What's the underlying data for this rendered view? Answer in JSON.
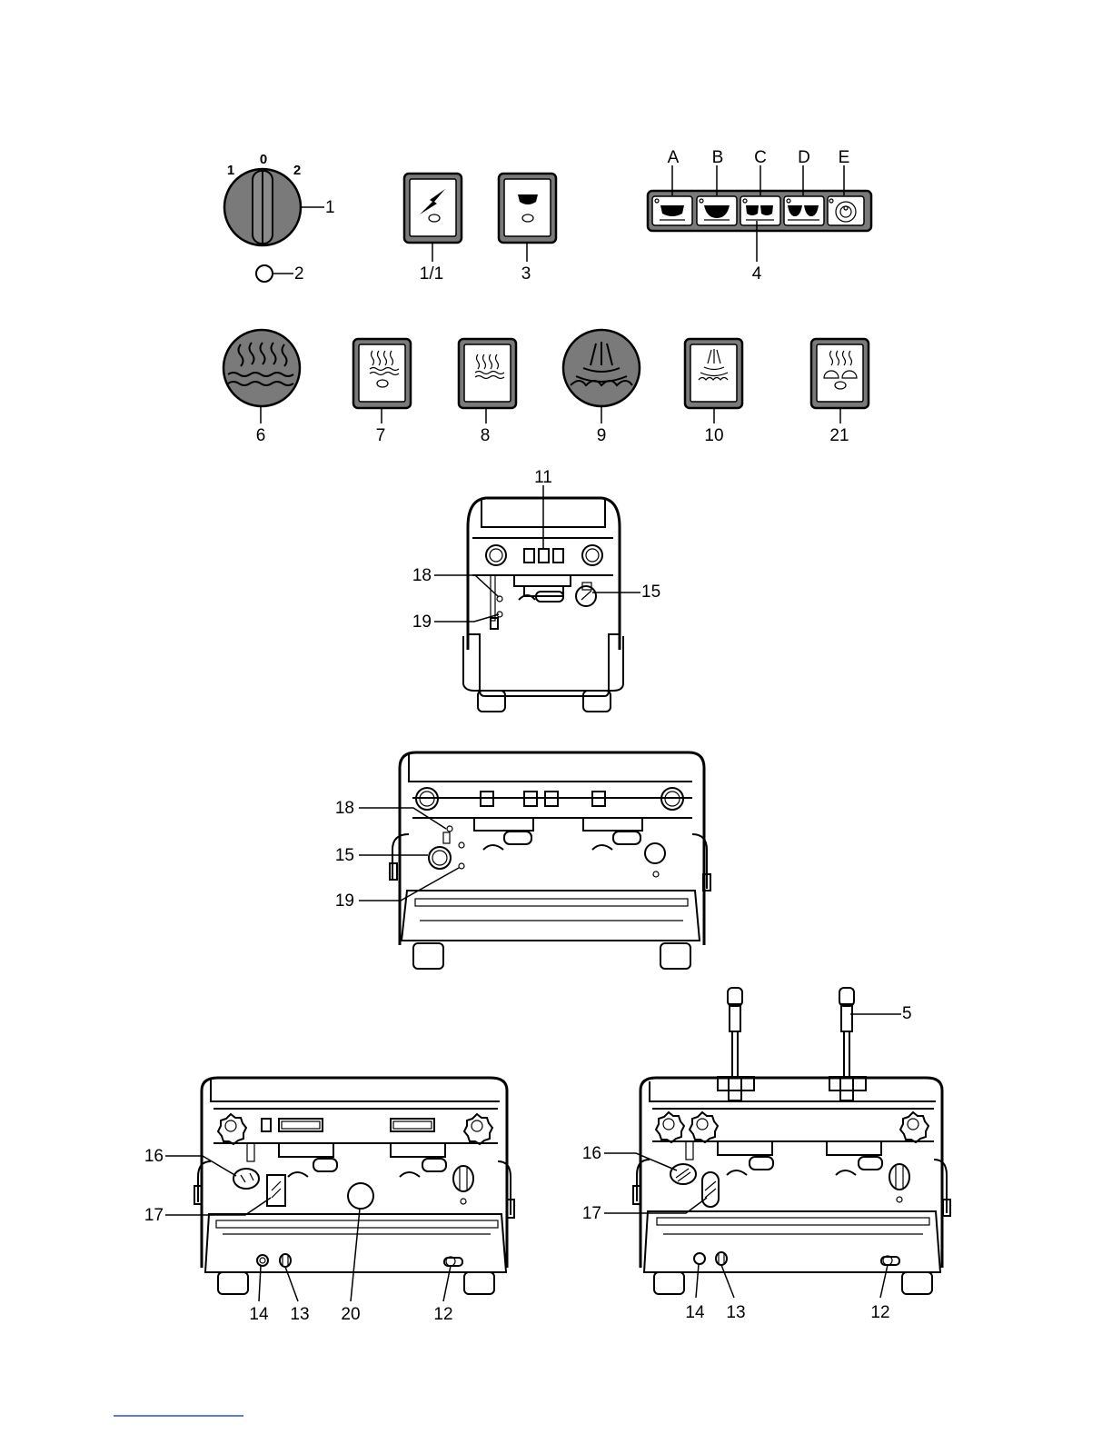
{
  "labels": {
    "sw_1": "1",
    "sw_0": "0",
    "sw_2": "2",
    "c1": "1",
    "c2": "2",
    "c11": "1/1",
    "c3": "3",
    "kA": "A",
    "kB": "B",
    "kC": "C",
    "kD": "D",
    "kE": "E",
    "c4": "4",
    "c6": "6",
    "c7": "7",
    "c8": "8",
    "c9": "9",
    "c10": "10",
    "c21": "21",
    "m1_11": "11",
    "m1_18": "18",
    "m1_19": "19",
    "m1_15": "15",
    "m2_18": "18",
    "m2_15": "15",
    "m2_19": "19",
    "m3_16": "16",
    "m3_17": "17",
    "m3_14": "14",
    "m3_13": "13",
    "m3_20": "20",
    "m3_12": "12",
    "m4_5": "5",
    "m4_16": "16",
    "m4_17": "17",
    "m4_14": "14",
    "m4_13": "13",
    "m4_12": "12"
  },
  "colors": {
    "panel_gray": "#7a7a7a",
    "ink": "#000000",
    "footer_rule": "#2a4fd6"
  },
  "icons": {
    "selector_switch": "rotary-knob-icon",
    "indicator_light": "indicator-light-icon",
    "power": "lightning-bolt-icon",
    "single_dose": "cup-icon",
    "hot_water": "steam-waves-icon",
    "steam": "steam-jet-icon",
    "cup_warmer": "cup-heating-icon"
  }
}
